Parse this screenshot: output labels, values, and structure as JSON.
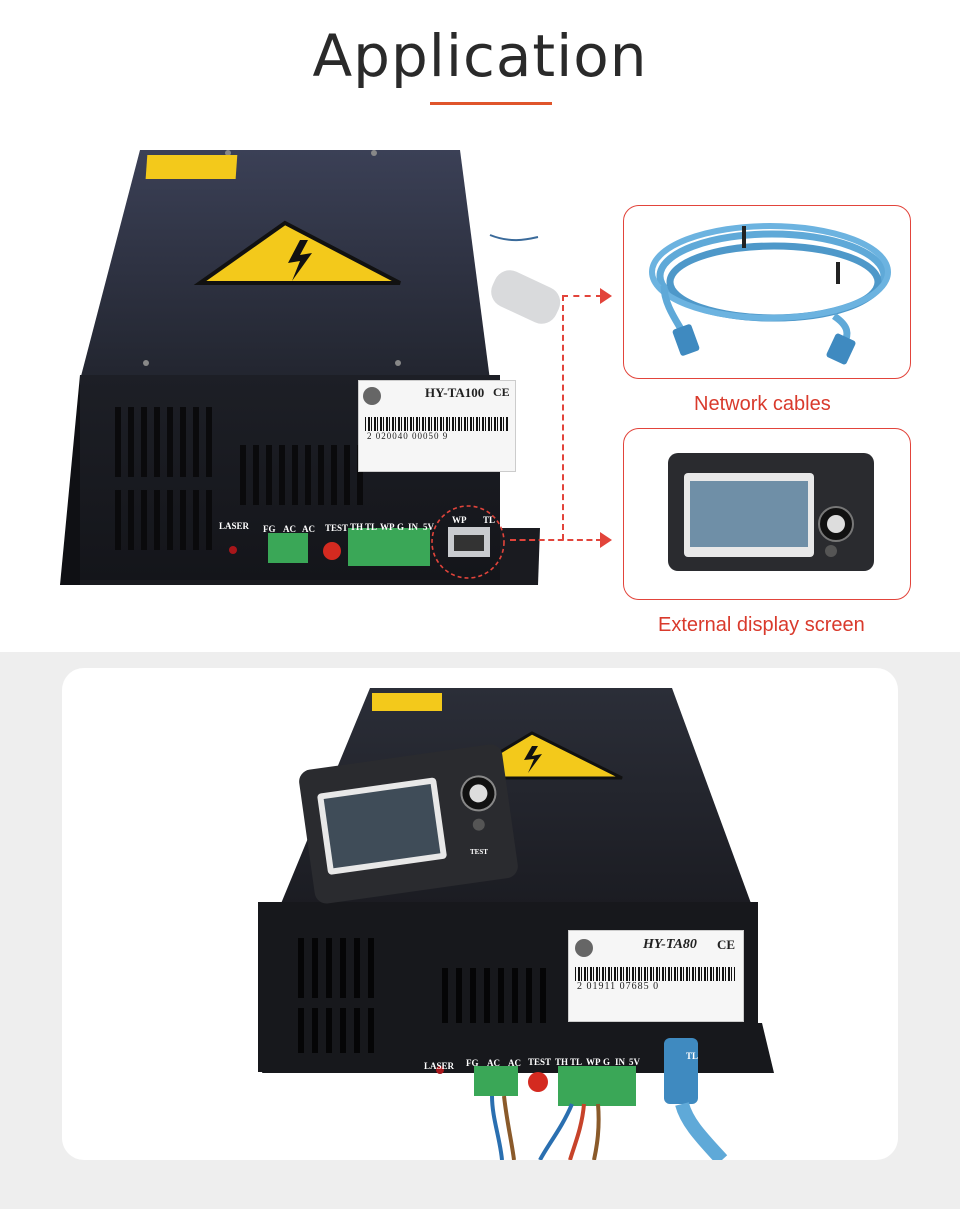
{
  "header": {
    "title": "Application"
  },
  "callouts": {
    "network": {
      "label": "Network cables"
    },
    "display": {
      "label": "External display screen"
    }
  },
  "unit_top": {
    "model_label": "HY-TA100",
    "ce_mark": "CE",
    "barcode_number": "2 020040 00050 9",
    "ports": {
      "laser": "LASER",
      "fg": "FG",
      "ac1": "AC",
      "ac2": "AC",
      "test": "TEST",
      "th": "TH",
      "tl": "TL",
      "wp_block": "WP",
      "g": "G",
      "in": "IN",
      "v5": "5V",
      "wp_eth": "WP",
      "tl_eth": "TL"
    }
  },
  "unit_bottom": {
    "model_label": "HY-TA80",
    "ce_mark": "CE",
    "barcode_number": "2 01911 07685 0",
    "ports": {
      "laser": "LASER",
      "fg": "FG",
      "ac1": "AC",
      "ac2": "AC",
      "test": "TEST",
      "th": "TH",
      "tl": "TL",
      "wp": "WP",
      "g": "G",
      "in": "IN",
      "v5": "5V",
      "tl_eth": "TL"
    },
    "display_labels": {
      "test": "TEST"
    }
  },
  "colors": {
    "accent": "#e0552b",
    "callout_red": "#e2443b",
    "cable_blue": "#5fa9d8",
    "terminal_green": "#3aa757",
    "warning_yellow": "#f3c91b"
  },
  "icons": [
    "high-voltage-warning-icon",
    "ethernet-port-icon",
    "network-cable-icon",
    "display-knob-icon"
  ]
}
